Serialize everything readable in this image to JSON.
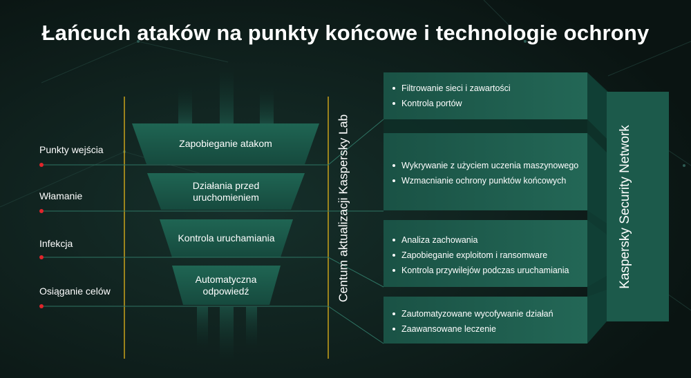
{
  "title": "Łańcuch ataków na punkty końcowe i technologie ochrony",
  "stages": [
    "Punkty wejścia",
    "Włamanie",
    "Infekcja",
    "Osiąganie celów"
  ],
  "funnel": [
    "Zapobieganie atakom",
    "Działania przed uruchomieniem",
    "Kontrola uruchamiania",
    "Automatyczna odpowiedź"
  ],
  "update_center": "Centum aktualizacji Kaspersky Lab",
  "network": "Kaspersky Security Network",
  "panels": [
    {
      "items": [
        "Filtrowanie sieci i zawartości",
        "Kontrola portów"
      ]
    },
    {
      "items": [
        "Wykrywanie z użyciem uczenia maszynowego",
        "Wzmacnianie ochrony punktów końcowych"
      ]
    },
    {
      "items": [
        "Analiza zachowania",
        "Zapobieganie exploitom i ransomware",
        "Kontrola przywilejów podczas uruchamiania"
      ]
    },
    {
      "items": [
        "Zautomatyzowane wycofywanie działań",
        "Zaawansowane leczenie"
      ]
    }
  ],
  "colors": {
    "background": "#0b1614",
    "block": "#1d5a4b",
    "block_dark": "#123d33",
    "accent_line": "#c9a21a",
    "marker": "#e0252b"
  }
}
